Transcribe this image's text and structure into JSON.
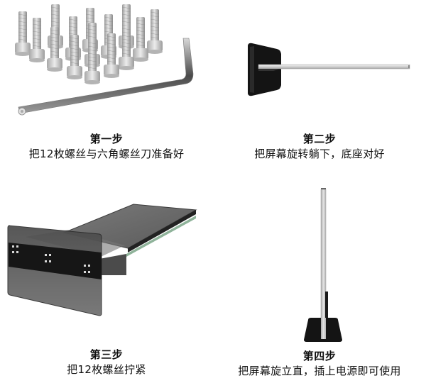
{
  "steps": [
    {
      "title": "第一步",
      "description": "把12枚螺丝与六角螺丝刀准备好",
      "illustration": "screws-and-hex-key-icon"
    },
    {
      "title": "第二步",
      "description": "把屏幕旋转躺下，底座对好",
      "illustration": "screen-lying-with-base-icon"
    },
    {
      "title": "第三步",
      "description": "把12枚螺丝拧紧",
      "illustration": "base-bracket-tightening-icon"
    },
    {
      "title": "第四步",
      "description": "把屏幕旋立直，插上电源即可使用",
      "illustration": "screen-standing-upright-icon"
    }
  ],
  "colors": {
    "metal": "#c8c8c8",
    "base_black": "#141414",
    "glass_gray": "#5a5a5a",
    "text": "#111111"
  }
}
